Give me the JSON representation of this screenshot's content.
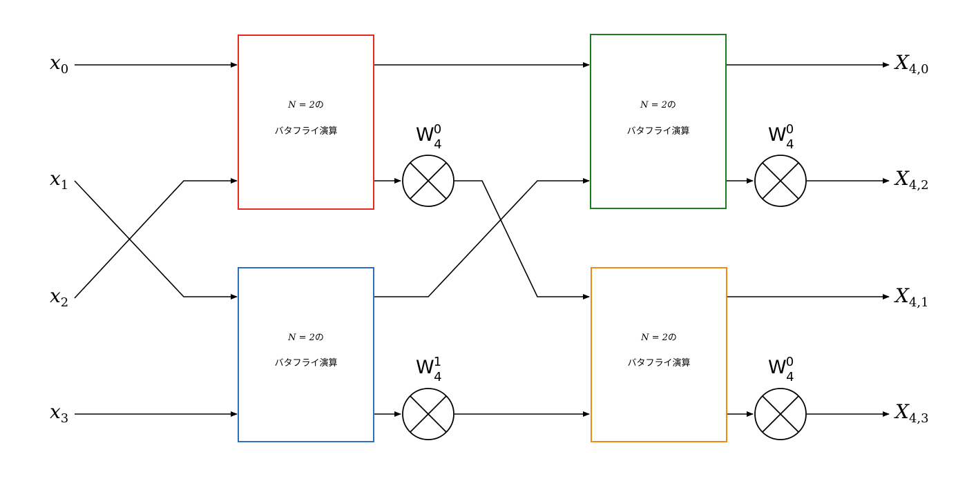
{
  "inputs": [
    {
      "base": "x",
      "sub": "0"
    },
    {
      "base": "x",
      "sub": "1"
    },
    {
      "base": "x",
      "sub": "2"
    },
    {
      "base": "x",
      "sub": "3"
    }
  ],
  "outputs": [
    {
      "base": "X",
      "sub": "4,0"
    },
    {
      "base": "X",
      "sub": "4,2"
    },
    {
      "base": "X",
      "sub": "4,1"
    },
    {
      "base": "X",
      "sub": "4,3"
    }
  ],
  "boxes": [
    {
      "math": "N = 2",
      "suffix": "の",
      "label": "バタフライ演算",
      "color": "#e8271f"
    },
    {
      "math": "N = 2",
      "suffix": "の",
      "label": "バタフライ演算",
      "color": "#2d6eb8"
    },
    {
      "math": "N = 2",
      "suffix": "の",
      "label": "バタフライ演算",
      "color": "#1f7a1f"
    },
    {
      "math": "N = 2",
      "suffix": "の",
      "label": "バタフライ演算",
      "color": "#f08a10"
    }
  ],
  "twiddles": [
    {
      "base": "W",
      "sub": "4",
      "sup": "0"
    },
    {
      "base": "W",
      "sub": "4",
      "sup": "1"
    },
    {
      "base": "W",
      "sub": "4",
      "sup": "0"
    },
    {
      "base": "W",
      "sub": "4",
      "sup": "0"
    }
  ]
}
